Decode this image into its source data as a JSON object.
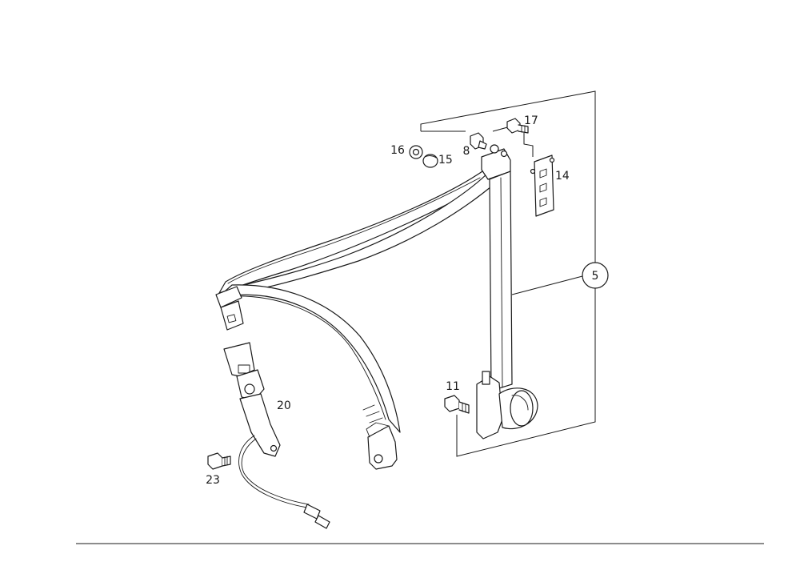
{
  "callouts": {
    "c5": "5",
    "c8": "8",
    "c11": "11",
    "c14": "14",
    "c15": "15",
    "c16": "16",
    "c17": "17",
    "c20": "20",
    "c23": "23"
  },
  "colors": {
    "line": "#1a1a1a",
    "background": "#ffffff"
  }
}
